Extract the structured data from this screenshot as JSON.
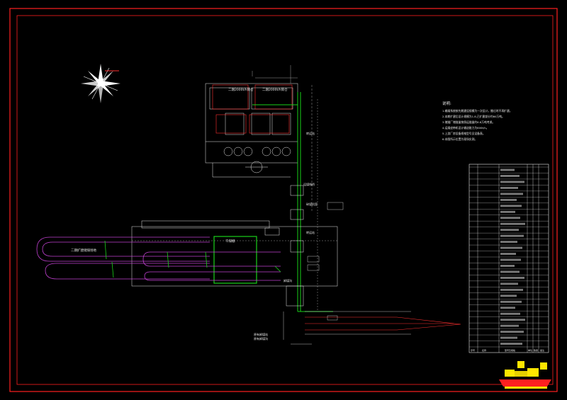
{
  "notes": {
    "heading": "说明:",
    "lines": [
      "1.输煤系统按先期建设规模为一次设计，搬迁时不再扩建。",
      "2.本期扩建后设计规模为1.8,已扩建部分约60万吨。",
      "3.储煤厂储煤量按照运煤量约6.8万吨考虑。",
      "4.运煤皮带机设计输送能力为600t/h。",
      "5.上游厂房设备规格型号见设备表。",
      "6.本图所示位置为现场实测。"
    ]
  },
  "labels": {
    "building_a": "二期2000t/h筒仓",
    "building_b": "二期2000t/h筒仓",
    "yard": "二期扩建储煤场地",
    "green_box": "干煤棚",
    "station_1": "转运站",
    "station_2": "碎煤机室",
    "station_3": "转运站",
    "belt_1": "运煤栈桥",
    "belt_2": "卸煤沟",
    "lower_note_1": "原有卸煤站",
    "lower_note_2": "原有卸煤沟"
  },
  "table": {
    "header": [
      "序号",
      "名称",
      "型号及规格",
      "单位",
      "数量",
      "备注"
    ],
    "row_count": 30
  },
  "colors": {
    "border": "#ff2020",
    "green": "#19d119",
    "magenta": "#c040d0",
    "white": "#e8e8e8",
    "red": "#ff3030",
    "yellow": "#ffe600",
    "gray": "#9a9a9a"
  }
}
